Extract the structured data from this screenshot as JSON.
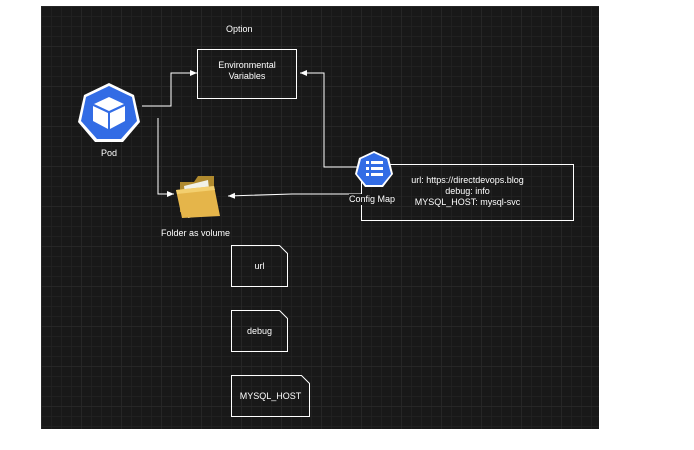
{
  "diagram": {
    "option_label": "Option",
    "env_box": {
      "line1": "Environmental",
      "line2": "Variables"
    },
    "pod": {
      "label": "Pod",
      "icon": "kubernetes-pod-icon",
      "color": "#326ce5"
    },
    "folder": {
      "label": "Folder as volume",
      "icon": "folder-icon"
    },
    "config_map": {
      "label": "Config Map",
      "icon": "kubernetes-configmap-icon",
      "data": {
        "line1": "url: https://directdevops.blog",
        "line2": "debug: info",
        "line3": "MYSQL_HOST: mysql-svc"
      }
    },
    "files": [
      {
        "label": "url"
      },
      {
        "label": "debug"
      },
      {
        "label": "MYSQL_HOST"
      }
    ]
  }
}
